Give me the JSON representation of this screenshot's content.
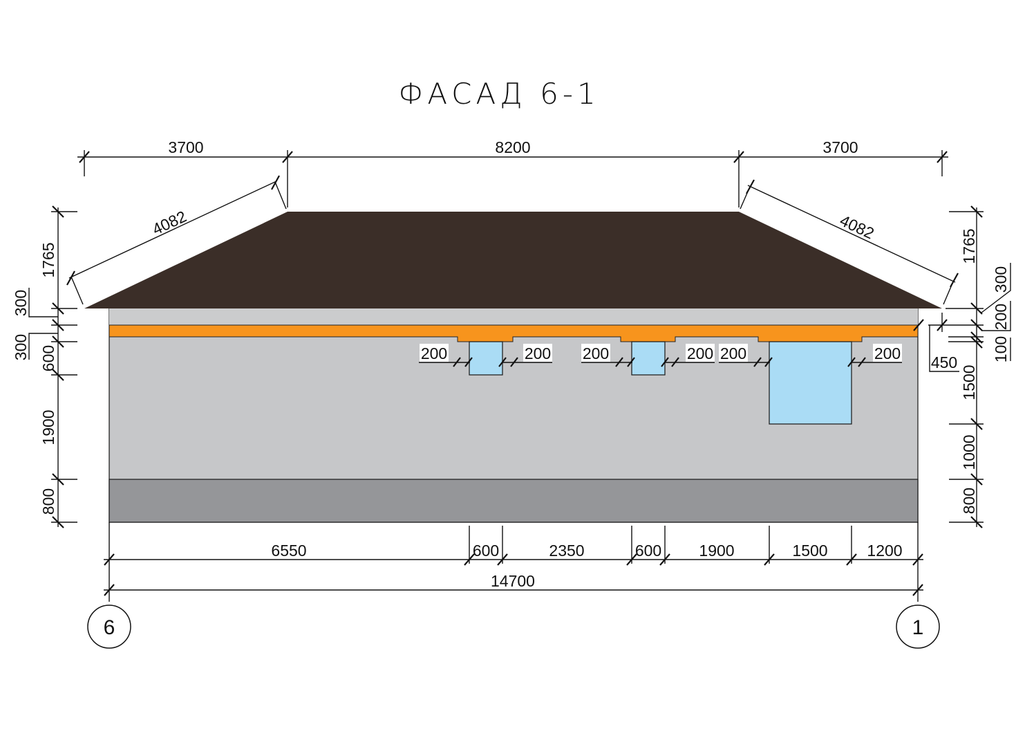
{
  "title": "ФАСАД 6-1",
  "colors": {
    "roof": "#3b2e28",
    "wall": "#c6c7c9",
    "band": "#f7941d",
    "plinth": "#959699",
    "window": "#aadcf5"
  },
  "top_dims": [
    "3700",
    "8200",
    "3700"
  ],
  "slope_dims": [
    "4082",
    "4082"
  ],
  "left_dims": {
    "roof_height": "1765",
    "eave": "300",
    "band": "300",
    "lintel": "600",
    "wall": "1900",
    "plinth": "800"
  },
  "right_dims": {
    "roof_height": "1765",
    "eave": "300",
    "gap": "200",
    "band": "100",
    "overhang": "450",
    "window": "1500",
    "sill": "1000",
    "plinth": "800"
  },
  "window_dims": [
    "200",
    "200",
    "200",
    "200",
    "200",
    "200"
  ],
  "bottom_dims": [
    "6550",
    "600",
    "2350",
    "600",
    "1900",
    "1500",
    "1200"
  ],
  "overall_dim": "14700",
  "axes": [
    "6",
    "1"
  ]
}
